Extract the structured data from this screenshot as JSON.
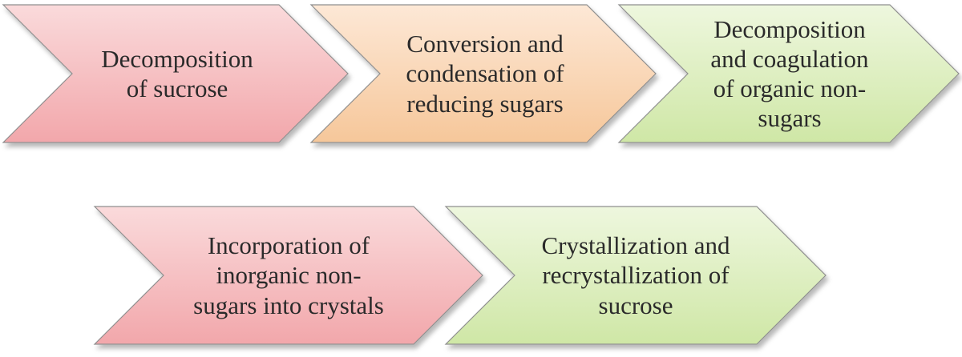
{
  "diagram": {
    "steps": [
      {
        "text": "Decomposition\nof sucrose",
        "fill_top": "#fadadb",
        "fill_bottom": "#f2a7ab",
        "stroke": "#8f8f8f"
      },
      {
        "text": "Conversion and\ncondensation of\nreducing sugars",
        "fill_top": "#fde8d6",
        "fill_bottom": "#f6c79a",
        "stroke": "#8f8f8f"
      },
      {
        "text": "Decomposition\nand coagulation\nof organic non-\nsugars",
        "fill_top": "#eef7de",
        "fill_bottom": "#cfe7a6",
        "stroke": "#8f8f8f"
      },
      {
        "text": "Incorporation of\ninorganic non-\nsugars into crystals",
        "fill_top": "#fadadb",
        "fill_bottom": "#f2a7ab",
        "stroke": "#8f8f8f"
      },
      {
        "text": "Crystallization and\nrecrystallization of\nsucrose",
        "fill_top": "#eef7de",
        "fill_bottom": "#cfe7a6",
        "stroke": "#8f8f8f"
      }
    ]
  }
}
